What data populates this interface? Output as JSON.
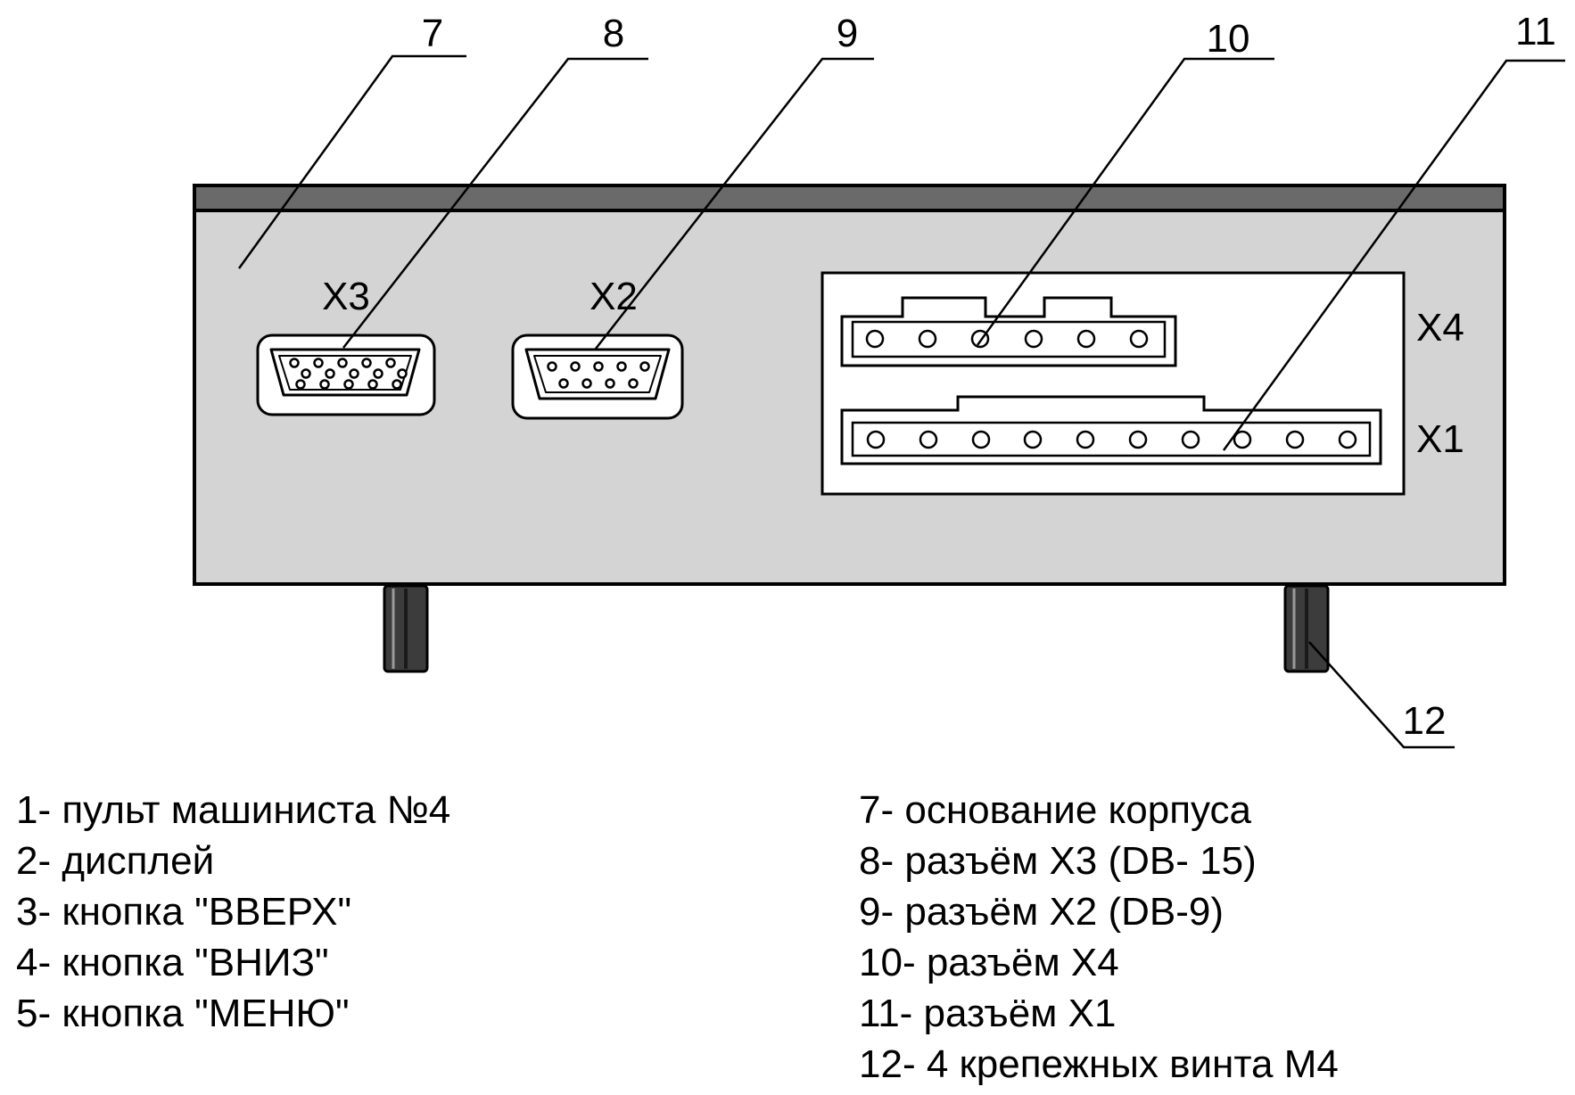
{
  "callouts": {
    "c7": "7",
    "c8": "8",
    "c9": "9",
    "c10": "10",
    "c11": "11",
    "c12": "12"
  },
  "connector_labels": {
    "x3": "X3",
    "x2": "X2",
    "x4": "X4",
    "x1": "X1"
  },
  "legend": {
    "left": [
      "1- пульт машиниста №4",
      "2- дисплей",
      "3- кнопка \"ВВЕРХ\"",
      "4- кнопка \"ВНИЗ\"",
      "5- кнопка \"МЕНЮ\""
    ],
    "right": [
      "7- основание корпуса",
      "8- разъём X3 (DB- 15)",
      "9- разъём X2 (DB-9)",
      "10- разъём X4",
      "11- разъём X1",
      "12- 4 крепежных винта М4"
    ]
  },
  "colors": {
    "panel_fill": "#d4d4d4",
    "stroke": "#000000",
    "background": "#ffffff"
  }
}
